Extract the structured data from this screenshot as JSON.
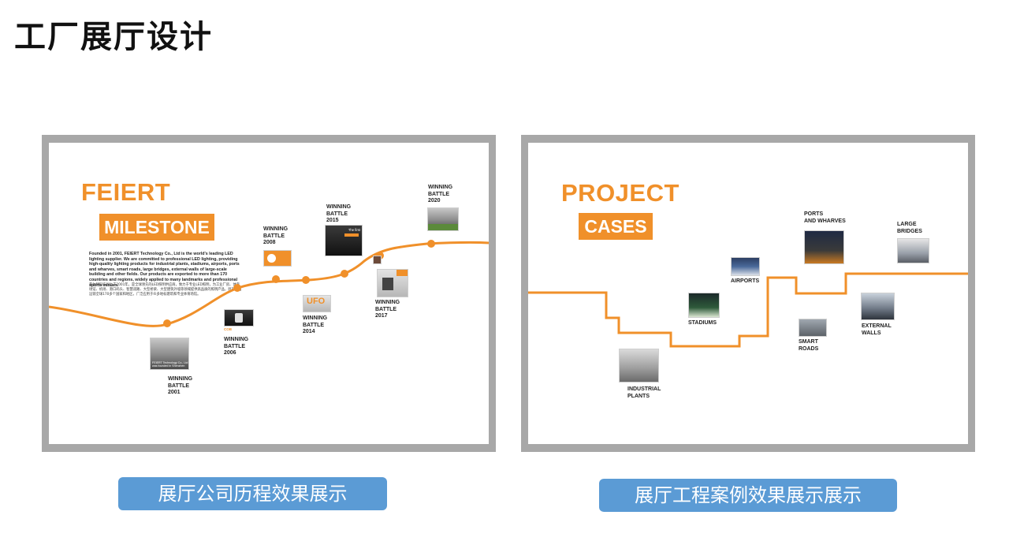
{
  "page_title": "工厂展厅设计",
  "colors": {
    "accent": "#f0902a",
    "panel_border": "#a8a8a8",
    "caption_bg": "#5b9bd5"
  },
  "milestone": {
    "title": "FEIERT",
    "subtitle": "MILESTONE",
    "intro_en": "Founded in 2001, FEIERT Technology Co., Ltd is the world's leading LED lighting supplier. We are committed to professional LED lighting, providing high-quality lighting products for industrial plants, stadiums, airports, ports and wharves, smart roads, large bridges, external walls of large-scale building and other fields. Our products are exported to more than 170 countries and regions, widely applied to many landmarks and professional sports venues.",
    "intro_cn": "菲尔特科技创立于2001年，是全球领先的LED照明供应商，致力于专业LED照明，为工业厂房、体育场馆、机场、港口码头、智慧道路、大型桥梁、大型建筑外墙等领域提供高品质的照明产品，目前产品远销全球170多个国家和地区，广泛应用于众多地标建筑和专业体育场馆。",
    "events": [
      {
        "label": "WINNING\nBATTLE\n2001",
        "thumb_text": "FEIERT Technology Co., Ltd\nwas founded in Shenzhen"
      },
      {
        "label": "WINNING\nBATTLE\n2006",
        "thumb_text": "COB"
      },
      {
        "label": "WINNING\nBATTLE\n2008",
        "thumb_text": ""
      },
      {
        "label": "WINNING\nBATTLE\n2014",
        "thumb_text": "UFO"
      },
      {
        "label": "WINNING\nBATTLE\n2015",
        "thumb_text": "The first"
      },
      {
        "label": "WINNING\nBATTLE\n2017",
        "thumb_text": ""
      },
      {
        "label": "WINNING\nBATTLE\n2020",
        "thumb_text": ""
      }
    ]
  },
  "cases": {
    "title": "PROJECT",
    "subtitle": "CASES",
    "items": [
      {
        "label": "INDUSTRIAL\nPLANTS"
      },
      {
        "label": "STADIUMS"
      },
      {
        "label": "AIRPORTS"
      },
      {
        "label": "SMART\nROADS"
      },
      {
        "label": "PORTS\nAND WHARVES"
      },
      {
        "label": "EXTERNAL\nWALLS"
      },
      {
        "label": "LARGE\nBRIDGES"
      }
    ]
  },
  "captions": {
    "left": "展厅公司历程效果展示",
    "right": "展厅工程案例效果展示展示"
  }
}
